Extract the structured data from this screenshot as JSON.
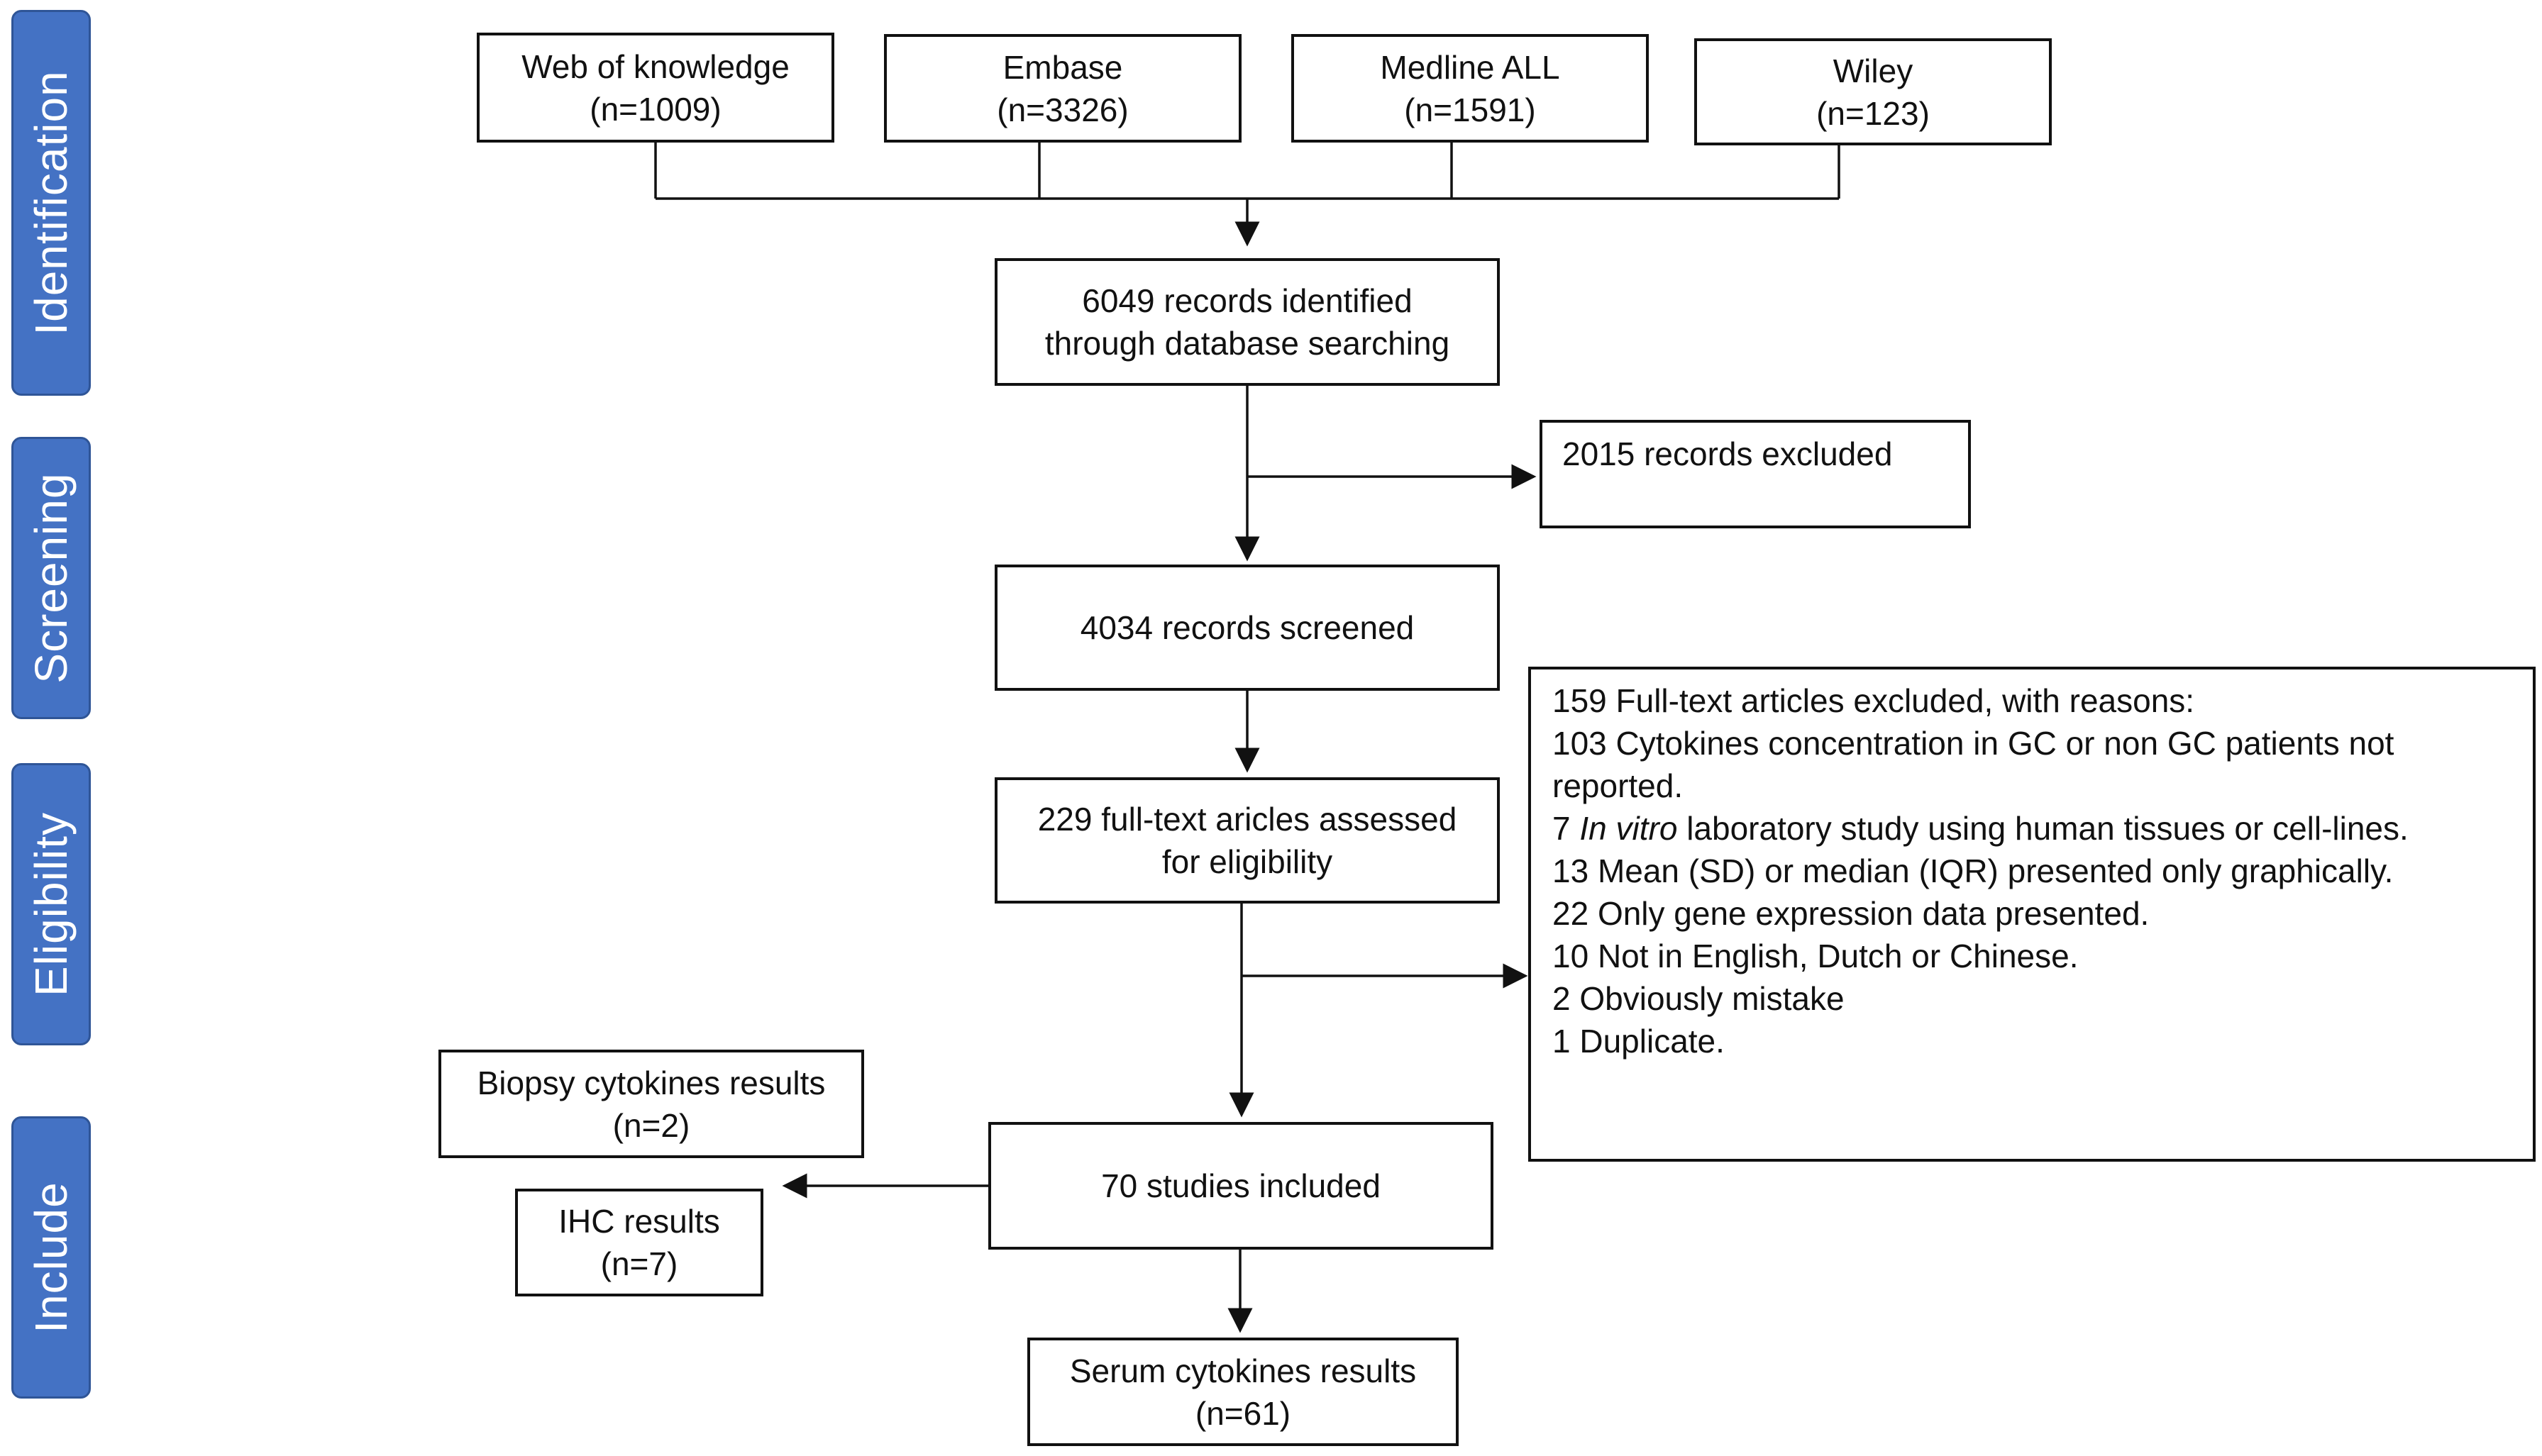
{
  "stages": {
    "identification": "Identification",
    "screening": "Screening",
    "eligibility": "Eligibility",
    "include": "Include"
  },
  "sources": [
    {
      "name": "Web of knowledge",
      "count": "(n=1009)"
    },
    {
      "name": "Embase",
      "count": "(n=3326)"
    },
    {
      "name": "Medline ALL",
      "count": "(n=1591)"
    },
    {
      "name": "Wiley",
      "count": "(n=123)"
    }
  ],
  "identified": {
    "line1": "6049 records identified",
    "line2": "through database searching"
  },
  "excluded_records": "2015 records excluded",
  "screened": "4034 records screened",
  "assessed": {
    "line1": "229 full-text aricles assessed",
    "line2": "for eligibility"
  },
  "fulltext_excluded": {
    "title": "159 Full-text articles excluded, with reasons:",
    "reason_1_line1": "103 Cytokines concentration in GC or non GC patients not",
    "reason_1_line2": "reported.",
    "reason_2_prefix": "7 ",
    "reason_2_italic": "In vitro",
    "reason_2_suffix": " laboratory study using human tissues or cell-lines.",
    "reason_3": "13 Mean (SD) or median (IQR) presented only graphically.",
    "reason_4": "22 Only gene expression data presented.",
    "reason_5": "10 Not in English, Dutch or Chinese.",
    "reason_6": "2 Obviously mistake",
    "reason_7": "1 Duplicate."
  },
  "included": "70 studies included",
  "biopsy": {
    "name": "Biopsy cytokines results",
    "count": "(n=2)"
  },
  "ihc": {
    "name": "IHC results",
    "count": "(n=7)"
  },
  "serum": {
    "name": "Serum cytokines results",
    "count": "(n=61)"
  },
  "colors": {
    "stage_fill": "#4472c4",
    "stage_border": "#2f5597",
    "box_border": "#111111"
  }
}
